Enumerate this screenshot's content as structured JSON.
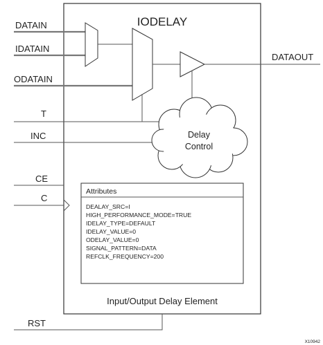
{
  "block": {
    "title": "IODELAY",
    "caption": "Input/Output Delay Element"
  },
  "inputs": {
    "datain": "DATAIN",
    "idatain": "IDATAIN",
    "odatain": "ODATAIN",
    "t": "T",
    "inc": "INC",
    "ce": "CE",
    "c": "C",
    "rst": "RST"
  },
  "outputs": {
    "dataout": "DATAOUT"
  },
  "delay_control": {
    "line1": "Delay",
    "line2": "Control"
  },
  "attributes": {
    "heading": "Attributes",
    "lines": [
      "DEALAY_SRC=I",
      "HIGH_PERFORMANCE_MODE=TRUE",
      "IDELAY_TYPE=DEFAULT",
      "IDELAY_VALUE=0",
      "ODELAY_VALUE=0",
      "SIGNAL_PATTERN=DATA",
      "REFCLK_FREQUENCY=200"
    ]
  },
  "figure_id": "X10942"
}
